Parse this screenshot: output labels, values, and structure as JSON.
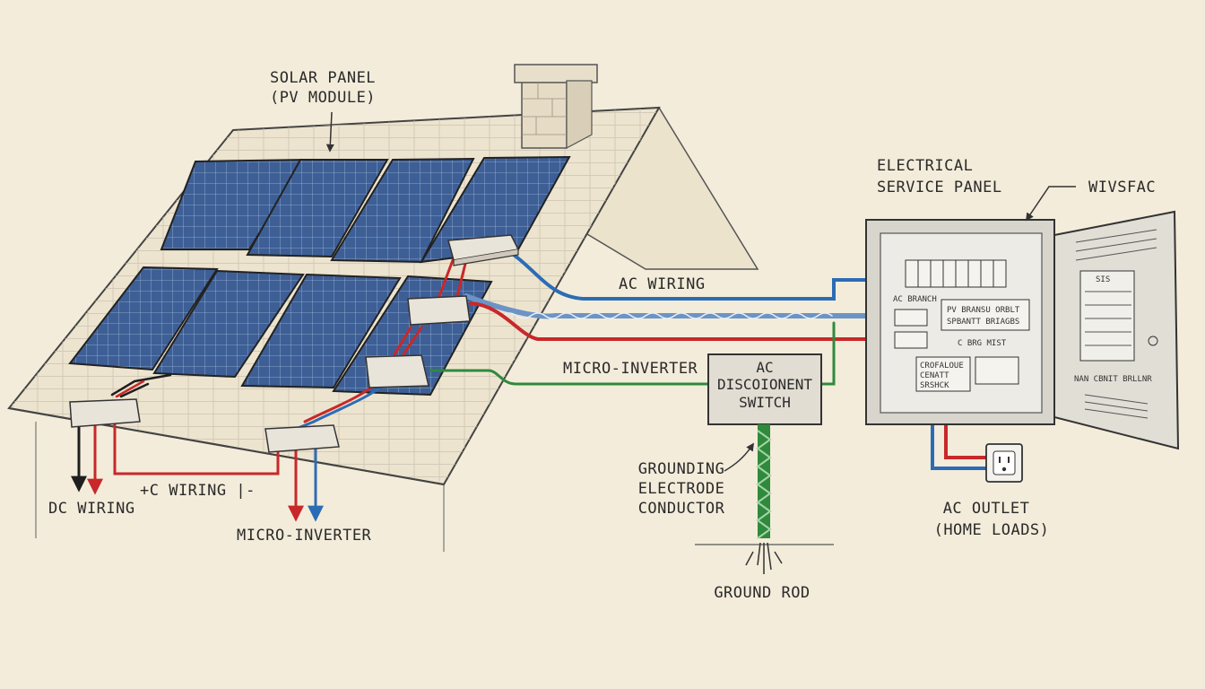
{
  "labels": {
    "solar_panel": [
      "SOLAR PANEL",
      "(PV MODULE)"
    ],
    "electrical_service_panel": [
      "ELECTRICAL",
      "SERVICE PANEL"
    ],
    "wivsfac": "WIVSFAC",
    "ac_wiring": "AC WIRING",
    "micro_inverter_mid": "MICRO-INVERTER",
    "micro_inverter_bottom": "MICRO-INVERTER",
    "dc_wiring": "DC WIRING",
    "plus_c_wiring": "+C WIRING |-",
    "ac_disconnect": [
      "AC",
      "DISCOIONENT",
      "SWITCH"
    ],
    "grounding": [
      "GROUNDING",
      "ELECTRODE",
      "CONDUCTOR"
    ],
    "ground_rod": "GROUND ROD",
    "ac_outlet": [
      "AC OUTLET",
      "(HOME LOADS)"
    ]
  },
  "panel_labels": {
    "pv_line1": "PV BRANSU ORBLT",
    "pv_line2": "SPBANTT BRIAGBS",
    "ac_left": "AC BRANCH",
    "c_line": "C BRG MIST",
    "ground_block": [
      "CROFALOUE",
      "CENATT",
      "SRSHCK"
    ],
    "door_top": "SIS",
    "door_bottom": "NAN CBNIT BRLLNR"
  },
  "colors": {
    "background": "#f3ecda",
    "dc_positive": "#c8282a",
    "dc_negative": "#1e1e1e",
    "ac_line": "#2c6cb5",
    "ground": "#2f8a3c",
    "panel_cell": "#3d5f96"
  },
  "icons": [
    "chimney",
    "solar-panel",
    "micro-inverter-box",
    "ac-disconnect-box",
    "service-panel",
    "outlet",
    "ground-rod",
    "arrow"
  ]
}
